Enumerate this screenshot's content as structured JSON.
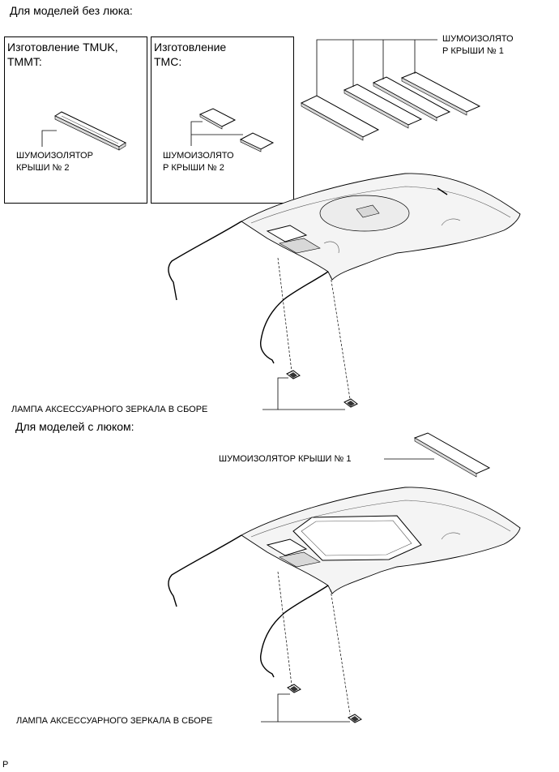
{
  "sections": {
    "no_sunroof": "Для моделей без люка:",
    "with_sunroof": "Для моделей с люком:"
  },
  "boxes": {
    "tmuk": {
      "title": "Изготовление TMUK,\nTMMT:",
      "label_line1": "ШУМОИЗОЛЯТОР",
      "label_line2": "КРЫШИ № 2"
    },
    "tmc": {
      "title": "Изготовление\nTMC:",
      "label_line1": "ШУМОИЗОЛЯТО",
      "label_line2": "Р КРЫШИ № 2"
    }
  },
  "labels": {
    "insulator1_line1": "ШУМОИЗОЛЯТО",
    "insulator1_line2": "Р КРЫШИ № 1",
    "lamp_top": "ЛАМПА АКСЕССУАРНОГО ЗЕРКАЛА В СБОРЕ",
    "insulator1_bottom": "ШУМОИЗОЛЯТОР КРЫШИ № 1",
    "lamp_bottom": "ЛАМПА АКСЕССУАРНОГО ЗЕРКАЛА В СБОРЕ"
  },
  "footer": {
    "code": "P"
  }
}
